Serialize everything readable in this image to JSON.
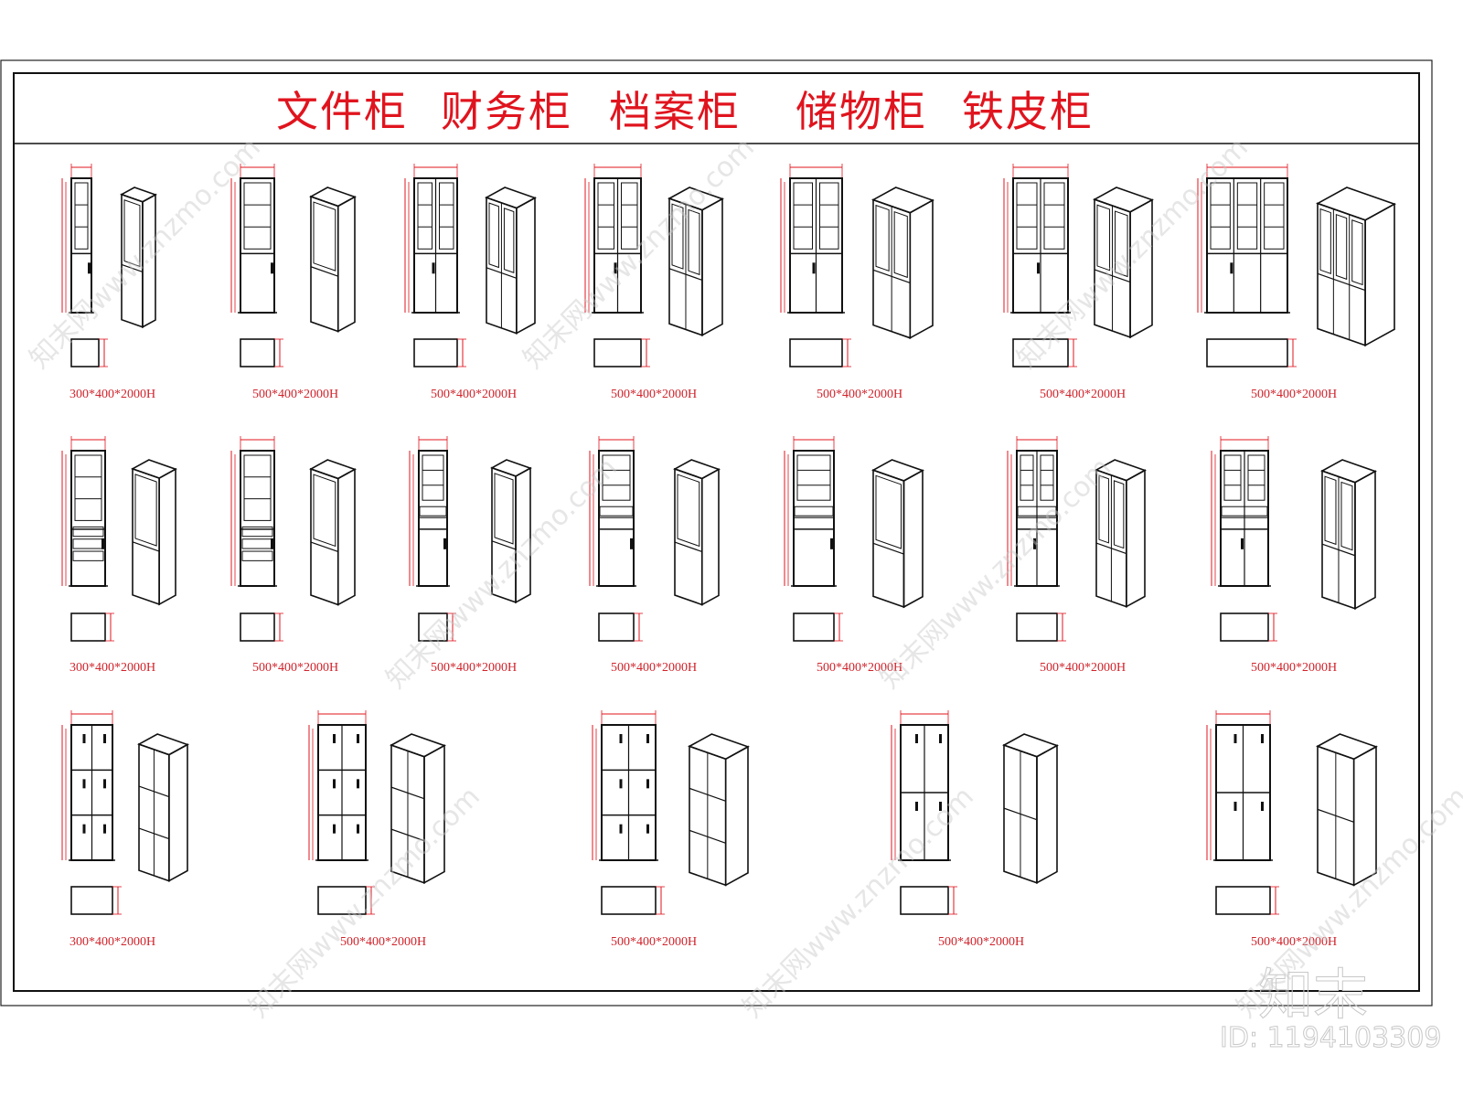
{
  "title": {
    "categories": [
      "文件柜",
      "财务柜",
      "档案柜",
      "储物柜",
      "铁皮柜"
    ]
  },
  "rows": [
    {
      "labels": [
        "300*400*2000H",
        "500*400*2000H",
        "500*400*2000H",
        "500*400*2000H",
        "500*400*2000H",
        "500*400*2000H",
        "500*400*2000H"
      ]
    },
    {
      "labels": [
        "300*400*2000H",
        "500*400*2000H",
        "500*400*2000H",
        "500*400*2000H",
        "500*400*2000H",
        "500*400*2000H",
        "500*400*2000H"
      ]
    },
    {
      "labels": [
        "300*400*2000H",
        "500*400*2000H",
        "500*400*2000H",
        "500*400*2000H",
        "500*400*2000H"
      ]
    }
  ],
  "watermark": {
    "logo": "知末",
    "id": "ID: 1194103309",
    "diagonal": "知末网www.znzmo.com"
  },
  "colors": {
    "dimension": "#e0141e",
    "line": "#111111",
    "watermark": "#c8c8c8"
  }
}
